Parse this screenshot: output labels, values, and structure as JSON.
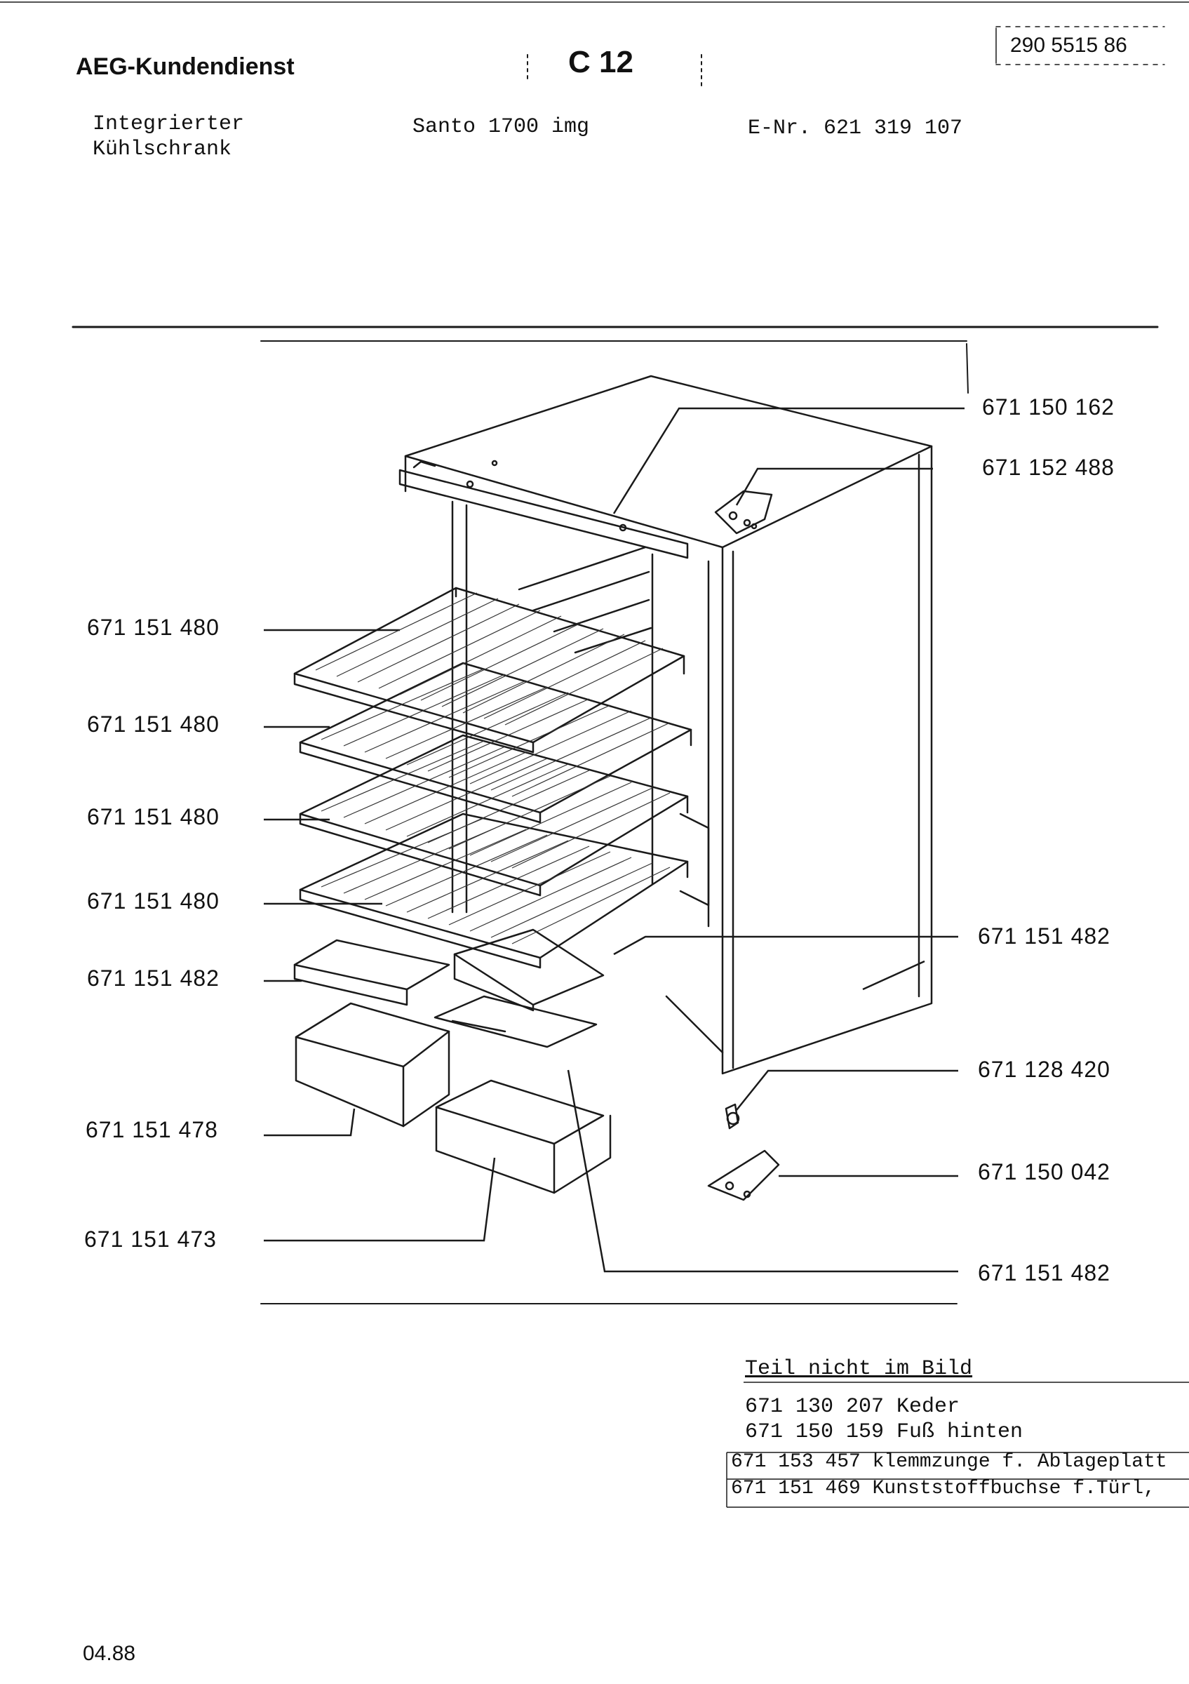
{
  "header": {
    "brand": "AEG-Kundendienst",
    "section": "C 12",
    "doc_number": "290 5515 86"
  },
  "appliance": {
    "type_line1": "Integrierter",
    "type_line2": "Kühlschrank",
    "model": "Santo 1700 img",
    "e_number": "E-Nr. 621 319 107"
  },
  "callouts_left": [
    "671 151 480",
    "671 151 480",
    "671 151 480",
    "671 151 480",
    "671 151 482",
    "671 151 478",
    "671 151 473"
  ],
  "callouts_right": [
    "671 150 162",
    "671 152 488",
    "671 151 482",
    "671 128 420",
    "671 150 042",
    "671 151 482"
  ],
  "parts_not_shown": {
    "title": "Teil nicht im Bild",
    "items": [
      "671 130 207 Keder",
      "671 150 159 Fuß hinten",
      "671 153 457 klemmzunge f. Ablageplatt",
      "671 151 469 Kunststoffbuchse f.Türl,"
    ]
  },
  "footer": {
    "date": "04.88"
  }
}
